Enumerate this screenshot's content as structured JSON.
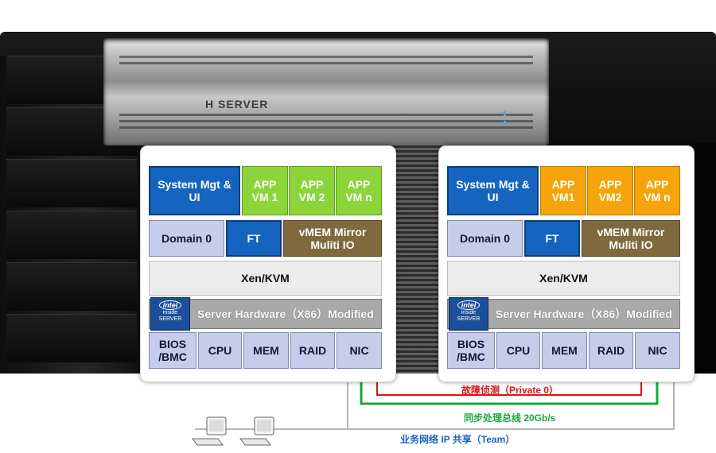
{
  "backdrop": {
    "brand": "H SERVER"
  },
  "nodes": [
    {
      "app_color": "green",
      "mgmt": "System Mgt &\nUI",
      "apps": [
        "APP\nVM 1",
        "APP\nVM 2",
        "APP\nVM n"
      ],
      "domain": "Domain 0",
      "ft": "FT",
      "vmem": "vMEM Mirror\nMuliti IO",
      "hypervisor": "Xen/KVM",
      "hardware": "Server Hardware（X86）Modified",
      "intel": {
        "brand": "intel",
        "line1": "inside",
        "line2": "SERVER"
      },
      "components": [
        "BIOS\n/BMC",
        "CPU",
        "MEM",
        "RAID",
        "NIC"
      ]
    },
    {
      "app_color": "orange",
      "mgmt": "System Mgt &\nUI",
      "apps": [
        "APP\nVM1",
        "APP\nVM2",
        "APP\nVM n"
      ],
      "domain": "Domain 0",
      "ft": "FT",
      "vmem": "vMEM Mirror\nMuliti IO",
      "hypervisor": "Xen/KVM",
      "hardware": "Server Hardware（X86）Modified",
      "intel": {
        "brand": "intel",
        "line1": "inside",
        "line2": "SERVER"
      },
      "components": [
        "BIOS\n/BMC",
        "CPU",
        "MEM",
        "RAID",
        "NIC"
      ]
    }
  ],
  "links": [
    {
      "label": "故障侦测（Private 0）",
      "color": "#d81414"
    },
    {
      "label": "同步处理总线 20Gb/s",
      "color": "#1aa63b"
    },
    {
      "label": "业务网络 IP 共享（Team）",
      "color": "#1f63c6"
    }
  ],
  "wire_colors": {
    "private": "#d81414",
    "sync": "#1aa63b",
    "team": "#b5b5b5"
  }
}
